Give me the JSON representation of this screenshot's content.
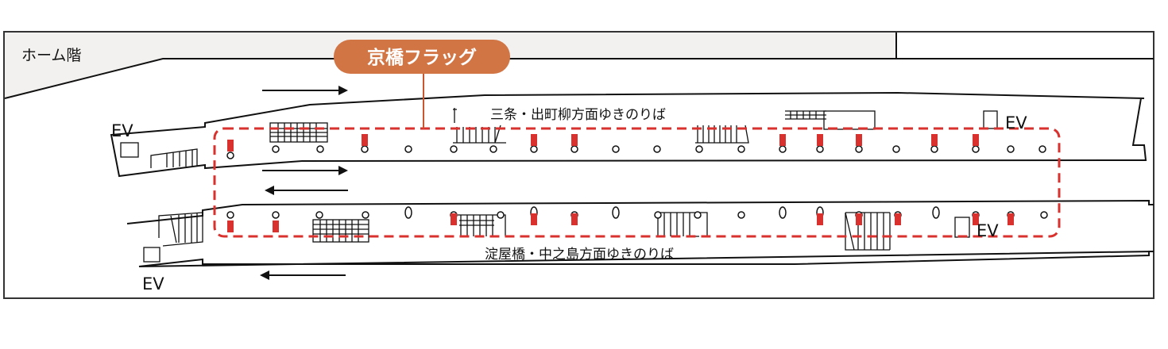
{
  "floor_label": "ホーム階",
  "callout": {
    "label": "京橋フラッグ",
    "color": "#d27545"
  },
  "platforms": {
    "upper": {
      "label": "三条・出町柳方面ゆきのりば",
      "ev_label_left": "EV",
      "ev_label_right": "EV"
    },
    "lower": {
      "label": "淀屋橋・中之島方面ゆきのりば",
      "ev_label_left": "EV",
      "ev_label_right": "EV"
    }
  },
  "colors": {
    "highlight": "#d9322e",
    "floor_band": "#f2f1ef",
    "line": "#111111"
  }
}
